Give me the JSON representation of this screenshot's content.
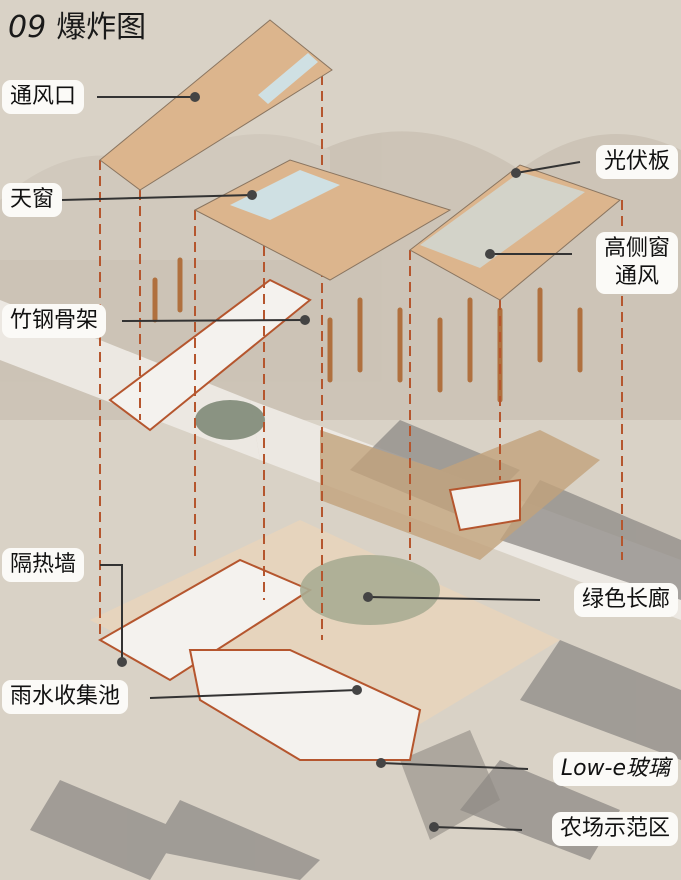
{
  "title": {
    "number": "09",
    "text": "爆炸图"
  },
  "labels": {
    "vent": "通风口",
    "skylight": "天窗",
    "bamboo_steel_frame": "竹钢骨架",
    "insulation_wall": "隔热墙",
    "rainwater_pool": "雨水收集池",
    "pv_panel": "光伏板",
    "clerestory_line1": "高侧窗",
    "clerestory_line2": "通风",
    "green_corridor": "绿色长廊",
    "low_e_glass": "Low-e玻璃",
    "farm_demo": "农场示范区"
  },
  "colors": {
    "background": "#d9d2c6",
    "roof": "#dcb58d",
    "frame": "#b5562e",
    "glass": "#cfe0e3",
    "leader": "#333333"
  }
}
